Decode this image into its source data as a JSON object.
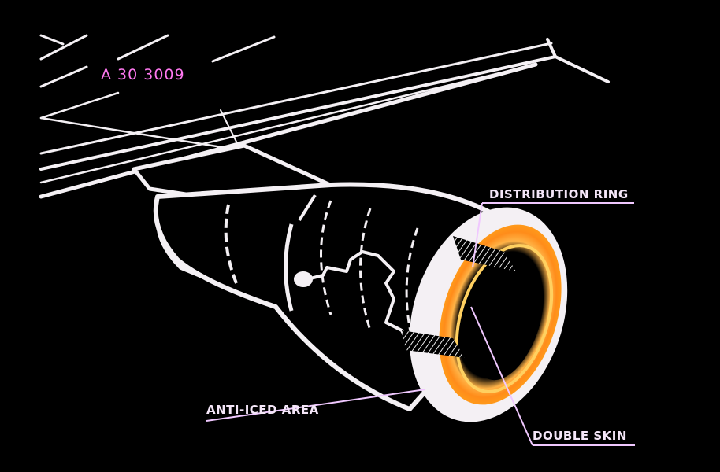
{
  "slide_id": "A 30 3009",
  "labels": {
    "distribution_ring": "DISTRIBUTION RING",
    "anti_iced_area": "ANTI-ICED AREA",
    "double_skin": "DOUBLE SKIN"
  },
  "colors": {
    "background": "#000000",
    "outline": "#f4f0f4",
    "slide_id": "#ff78f0",
    "heated_ring": "#ff9a1a",
    "heated_glow": "#ffd060",
    "leader_line": "#f0c8ff"
  }
}
